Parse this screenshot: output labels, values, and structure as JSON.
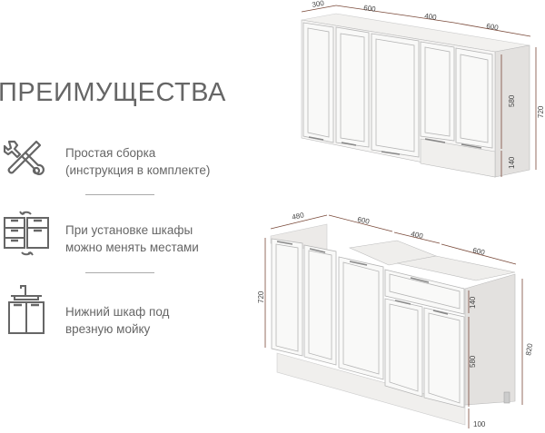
{
  "title": "ПРЕИМУЩЕСТВА",
  "features": [
    {
      "icon": "tools-icon",
      "line1": "Простая сборка",
      "line2": "(инструкция в комплекте)"
    },
    {
      "icon": "swap-cabinets-icon",
      "line1": "При установке шкафы",
      "line2": "можно менять местами"
    },
    {
      "icon": "sink-cabinet-icon",
      "line1": "Нижний шкаф под",
      "line2": "врезную мойку"
    }
  ],
  "upper_cabinets": {
    "widths": [
      "300",
      "600",
      "400",
      "600"
    ],
    "height_total": "720",
    "height_doors": "580",
    "height_niche": "140"
  },
  "lower_cabinets": {
    "depth": "480",
    "widths": [
      "600",
      "400",
      "600"
    ],
    "height_body": "720",
    "height_drawer": "140",
    "height_doors": "580",
    "height_total": "820",
    "plinth": "100"
  },
  "colors": {
    "text": "#666666",
    "dimension_line": "#7a4a3a",
    "cabinet_face": "#f7f6f5",
    "cabinet_side": "#e3e1df"
  }
}
